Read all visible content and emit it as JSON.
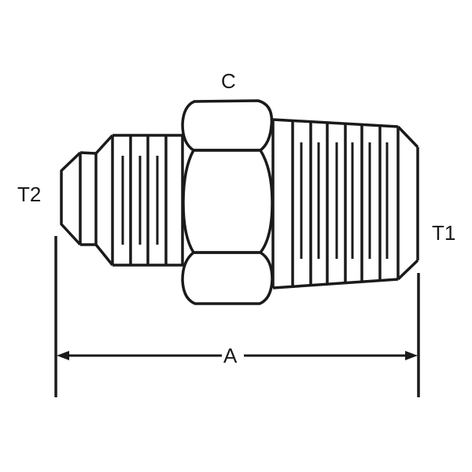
{
  "diagram": {
    "type": "technical-drawing",
    "subject": "straight adapter fitting (flare male x pipe male) with hex",
    "labels": {
      "hex": "C",
      "left_end": "T2",
      "right_end": "T1",
      "overall_length": "A"
    },
    "colors": {
      "line": "#1a1a1a",
      "background": "#ffffff"
    }
  }
}
